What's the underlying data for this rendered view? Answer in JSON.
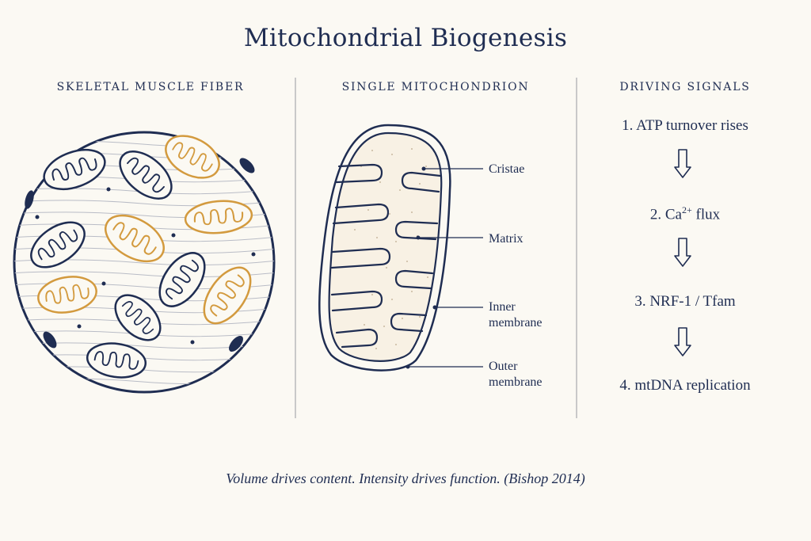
{
  "title": "Mitochondrial Biogenesis",
  "columns": {
    "fiber": "SKELETAL MUSCLE FIBER",
    "mito": "SINGLE MITOCHONDRION",
    "signals": "DRIVING SIGNALS"
  },
  "labels": {
    "cristae": "Cristae",
    "matrix": "Matrix",
    "inner_line1": "Inner",
    "inner_line2": "membrane",
    "outer_line1": "Outer",
    "outer_line2": "membrane"
  },
  "steps": {
    "s1": "1. ATP turnover rises",
    "s2_prefix": "2. Ca",
    "s2_sup": "2+",
    "s2_suffix": " flux",
    "s3": "3. NRF-1 / Tfam",
    "s4": "4. mtDNA replication"
  },
  "caption": "Volume drives content. Intensity drives function. (Bishop 2014)",
  "colors": {
    "navy": "#1f2d52",
    "gold": "#d39a3e",
    "background": "#fbf9f3"
  }
}
